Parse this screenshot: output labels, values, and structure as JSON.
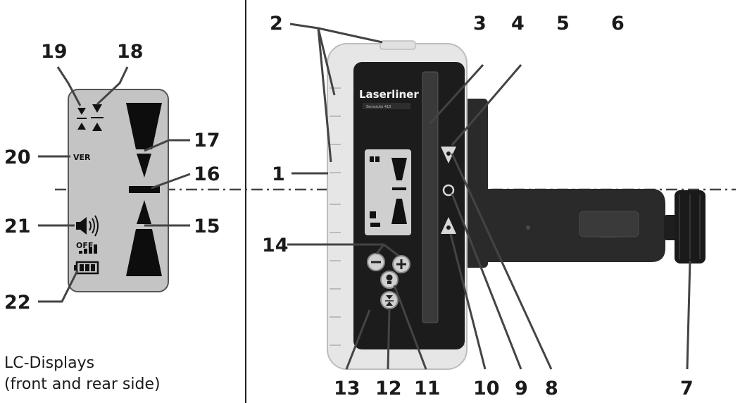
{
  "caption": {
    "line1": "LC-Displays",
    "line2": "(front and rear side)"
  },
  "lcd": {
    "ver_label": "VER",
    "off_label": "OFF"
  },
  "device": {
    "brand": "Laserliner",
    "model": "SensoLite 410"
  },
  "callouts": [
    "1",
    "2",
    "3",
    "4",
    "5",
    "6",
    "7",
    "8",
    "9",
    "10",
    "11",
    "12",
    "13",
    "14",
    "15",
    "16",
    "17",
    "18",
    "19",
    "20",
    "21",
    "22"
  ],
  "icons": {
    "speaker": "speaker-icon",
    "battery": "battery-icon",
    "minus": "minus-button-icon",
    "plus": "plus-button-icon",
    "light": "light-bulb-icon",
    "precision": "precision-icon",
    "ref_arrow_up": "arrow-up-icon",
    "ref_arrow_down": "arrow-down-icon"
  },
  "colors": {
    "outline": "#1a1a1a",
    "lcd_background": "#c4c4c4",
    "housing": "#e6e6e6",
    "face": "#1c1c1c",
    "clamp": "#2a2a2a"
  }
}
